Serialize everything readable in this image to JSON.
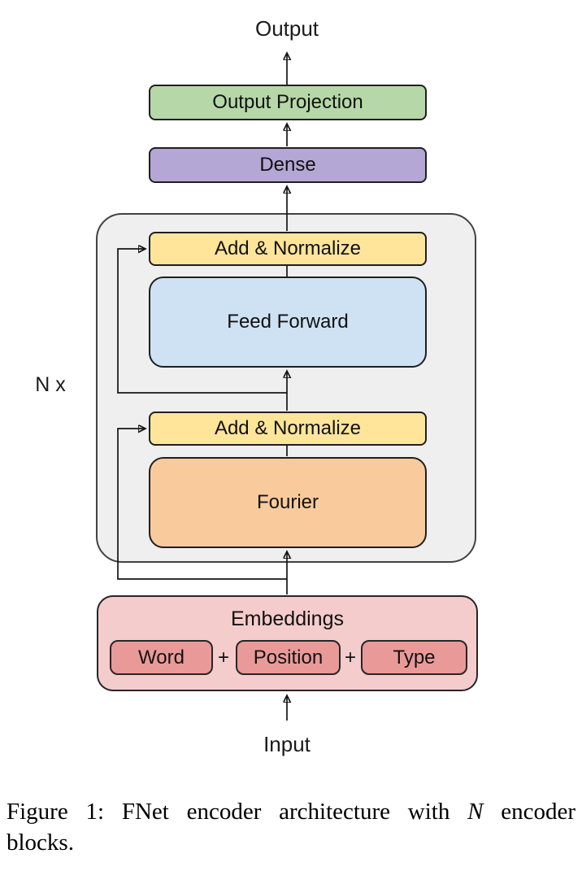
{
  "diagram": {
    "output_label": "Output",
    "input_label": "Input",
    "n_label": "N x",
    "plus_sign": "+",
    "encoder_group": {
      "name": "encoder-block",
      "fill": "#efefef"
    },
    "blocks": {
      "output_projection": {
        "label": "Output Projection",
        "fill": "#b6d7a8"
      },
      "dense": {
        "label": "Dense",
        "fill": "#b4a7d6"
      },
      "add_normalize_1": {
        "label": "Add & Normalize",
        "fill": "#ffe599"
      },
      "feed_forward": {
        "label": "Feed Forward",
        "fill": "#cfe2f3"
      },
      "add_normalize_2": {
        "label": "Add & Normalize",
        "fill": "#ffe599"
      },
      "fourier": {
        "label": "Fourier",
        "fill": "#f9cb9c"
      },
      "embeddings": {
        "label": "Embeddings",
        "fill": "#f4cccc"
      },
      "word": {
        "label": "Word",
        "fill": "#ea9999"
      },
      "position": {
        "label": "Position",
        "fill": "#ea9999"
      },
      "type": {
        "label": "Type",
        "fill": "#ea9999"
      }
    },
    "line_color": "#151515"
  },
  "caption": {
    "line1_prefix": "Figure 1: FNet encoder architecture with",
    "line1_math": "N",
    "line1_suffix": "encoder",
    "line2": "blocks."
  }
}
